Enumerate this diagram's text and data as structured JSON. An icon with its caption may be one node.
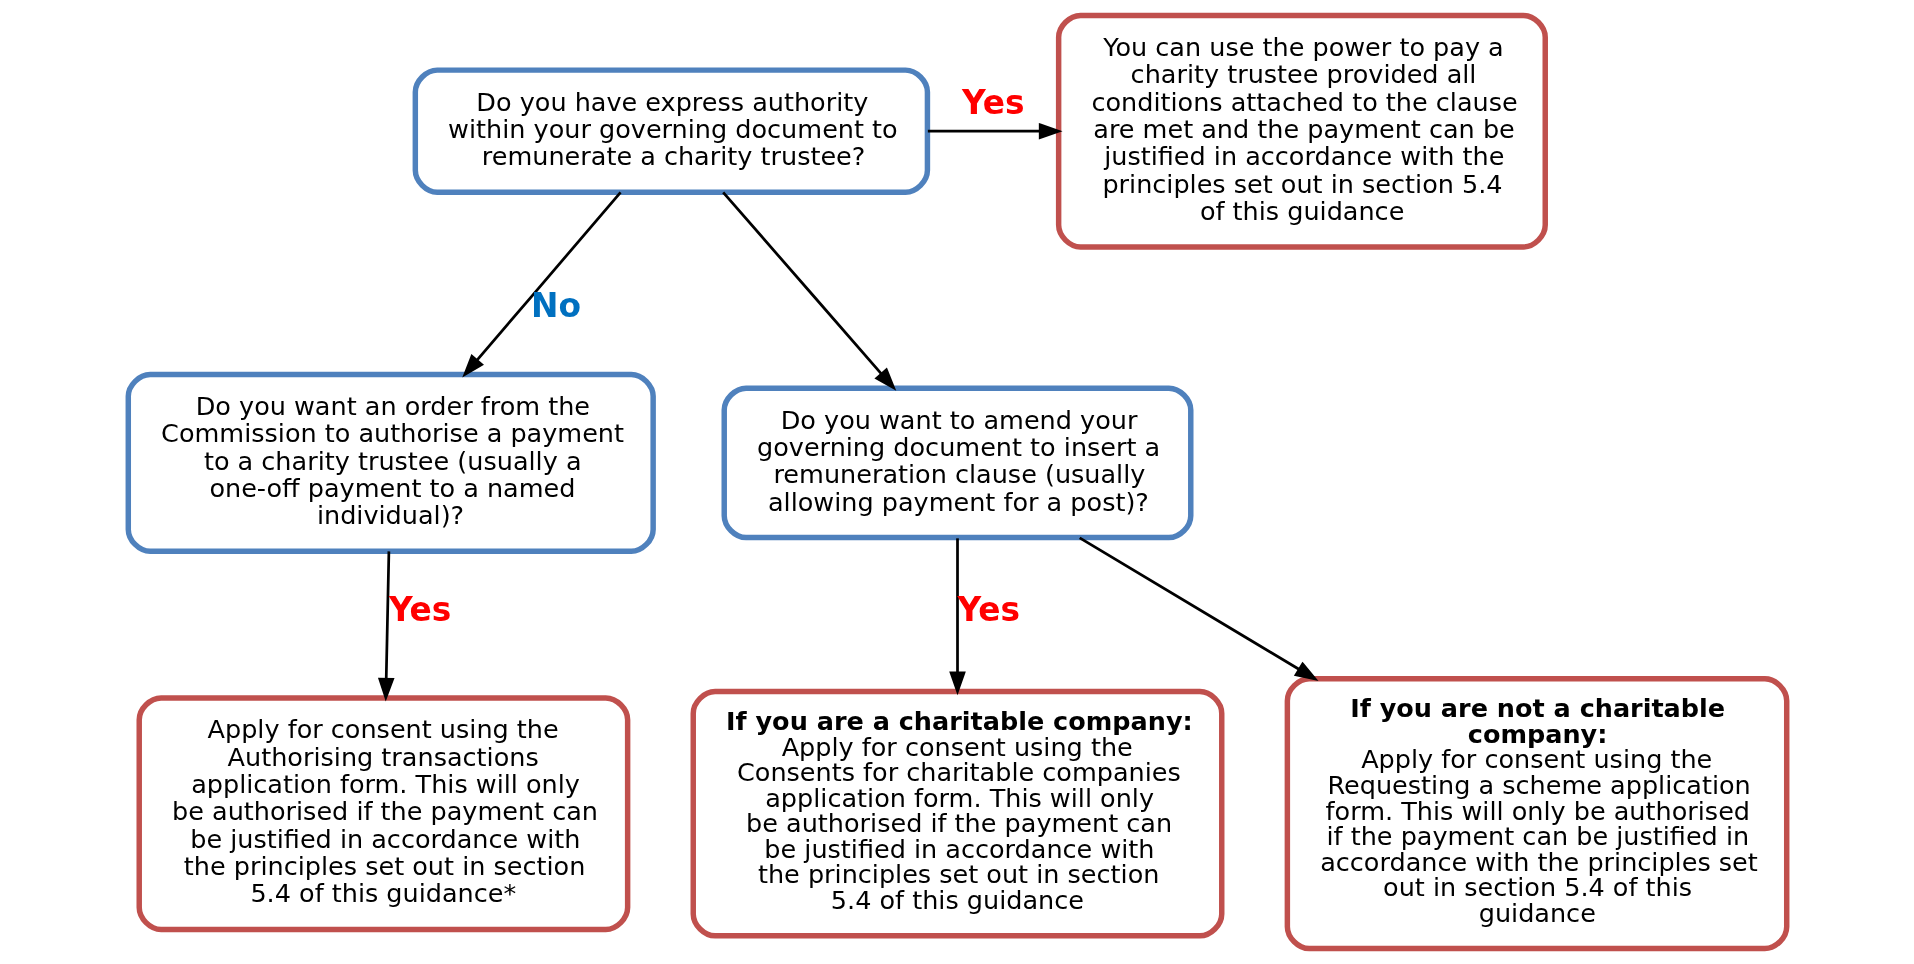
{
  "diagram": {
    "nodes": [
      {
        "text": [
          "Do you have express authority within your governing document to remunerate a charity trustee?"
        ]
      },
      {
        "text": [
          "You can use the power to pay a charity trustee provided all conditions attached to the clause are met and the payment can be justified in accordance with the principles set out in section 5.4 of this guidance"
        ]
      },
      {
        "text": [
          "Do you want an order from the Commission to authorise a payment to a charity trustee (usually a one-off payment to a named individual)?"
        ]
      },
      {
        "text": [
          "Do you want to amend your governing document to insert a remuneration clause (usually allowing payment for a post)?"
        ]
      },
      {
        "text": [
          "Apply for consent using the Authorising transactions application form. This will only be authorised if the payment can be justified in accordance with the principles set out in section 5.4 of this guidance*"
        ]
      },
      {
        "text": [
          "If you are a charitable company:",
          "Apply for consent using the Consents for charitable companies application form. This will only be authorised if the payment can be justified in accordance with the principles set out in section 5.4 of this guidance"
        ]
      },
      {
        "text": [
          "If you are not a charitable company:",
          "Apply for consent using the Requesting a scheme application form. This will only be authorised if the payment can be justified in accordance with the principles set out in section 5.4 of this guidance"
        ]
      }
    ],
    "edges": [
      {
        "from": 0,
        "to": 1,
        "arrow": "to",
        "label": "Yes"
      },
      {
        "from": 0,
        "to": 2,
        "arrow": "to",
        "label": "No"
      },
      {
        "from": 0,
        "to": 3,
        "arrow": "to"
      },
      {
        "from": 2,
        "to": 4,
        "arrow": "to",
        "label": "Yes"
      },
      {
        "from": 3,
        "to": 5,
        "arrow": "to",
        "label": "Yes"
      },
      {
        "from": 3,
        "to": 6,
        "arrow": "to"
      }
    ]
  }
}
